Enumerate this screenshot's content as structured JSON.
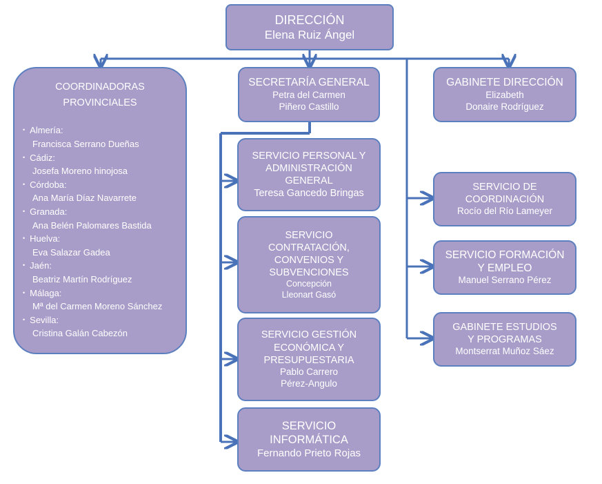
{
  "direccion": {
    "title": "DIRECCIÓN",
    "name": "Elena Ruiz Ángel"
  },
  "coordinadoras": {
    "title_lines": [
      "COORDINADORAS",
      "PROVINCIALES"
    ],
    "items": [
      {
        "province": "Almería:",
        "person": "Francisca Serrano Dueñas"
      },
      {
        "province": "Cádiz:",
        "person": "Josefa Moreno hinojosa"
      },
      {
        "province": "Córdoba:",
        "person": "Ana María Díaz Navarrete"
      },
      {
        "province": "Granada:",
        "person": "Ana Belén Palomares Bastida"
      },
      {
        "province": "Huelva:",
        "person": "Eva Salazar Gadea"
      },
      {
        "province": "Jaén:",
        "person": "Beatriz Martín Rodríguez"
      },
      {
        "province": "Málaga:",
        "person": "Mª del Carmen Moreno Sánchez"
      },
      {
        "province": "Sevilla:",
        "person": "Cristina Galán Cabezón"
      }
    ]
  },
  "secretaria": {
    "title": "SECRETARÍA GENERAL",
    "name_lines": [
      "Petra del Carmen",
      "Piñero Castillo"
    ]
  },
  "gabinete_direccion": {
    "title": "GABINETE DIRECCIÓN",
    "name_lines": [
      "Elizabeth",
      "Donaire Rodríguez"
    ]
  },
  "servicio_personal": {
    "title_lines": [
      "SERVICIO PERSONAL Y",
      "ADMINISTRACIÓN",
      "GENERAL"
    ],
    "name": "Teresa Gancedo Bringas"
  },
  "servicio_contratacion": {
    "title_lines": [
      "SERVICIO",
      "CONTRATACIÓN,",
      "CONVENIOS Y",
      "SUBVENCIONES"
    ],
    "name_lines": [
      "Concepción",
      "Lleonart Gasó"
    ]
  },
  "servicio_gestion": {
    "title_lines": [
      "SERVICIO GESTIÓN",
      "ECONÓMICA Y",
      "PRESUPUESTARIA"
    ],
    "name_lines": [
      "Pablo Carrero",
      "Pérez-Angulo"
    ]
  },
  "servicio_informatica": {
    "title_lines": [
      "SERVICIO",
      "INFORMÁTICA"
    ],
    "name": "Fernando Prieto Rojas"
  },
  "servicio_coordinacion": {
    "title_lines": [
      "SERVICIO DE",
      "COORDINACIÓN"
    ],
    "name": "Rocío del Río Lameyer"
  },
  "servicio_formacion": {
    "title_lines": [
      "SERVICIO FORMACIÓN",
      "Y EMPLEO"
    ],
    "name": "Manuel Serrano Pérez"
  },
  "gabinete_estudios": {
    "title_lines": [
      "GABINETE ESTUDIOS",
      "Y PROGRAMAS"
    ],
    "name": "Montserrat Muñoz Sáez"
  },
  "colors": {
    "box_fill": "#a89cc8",
    "box_border": "#5b7fbf",
    "connector": "#4a72b8",
    "text": "#ffffff"
  }
}
